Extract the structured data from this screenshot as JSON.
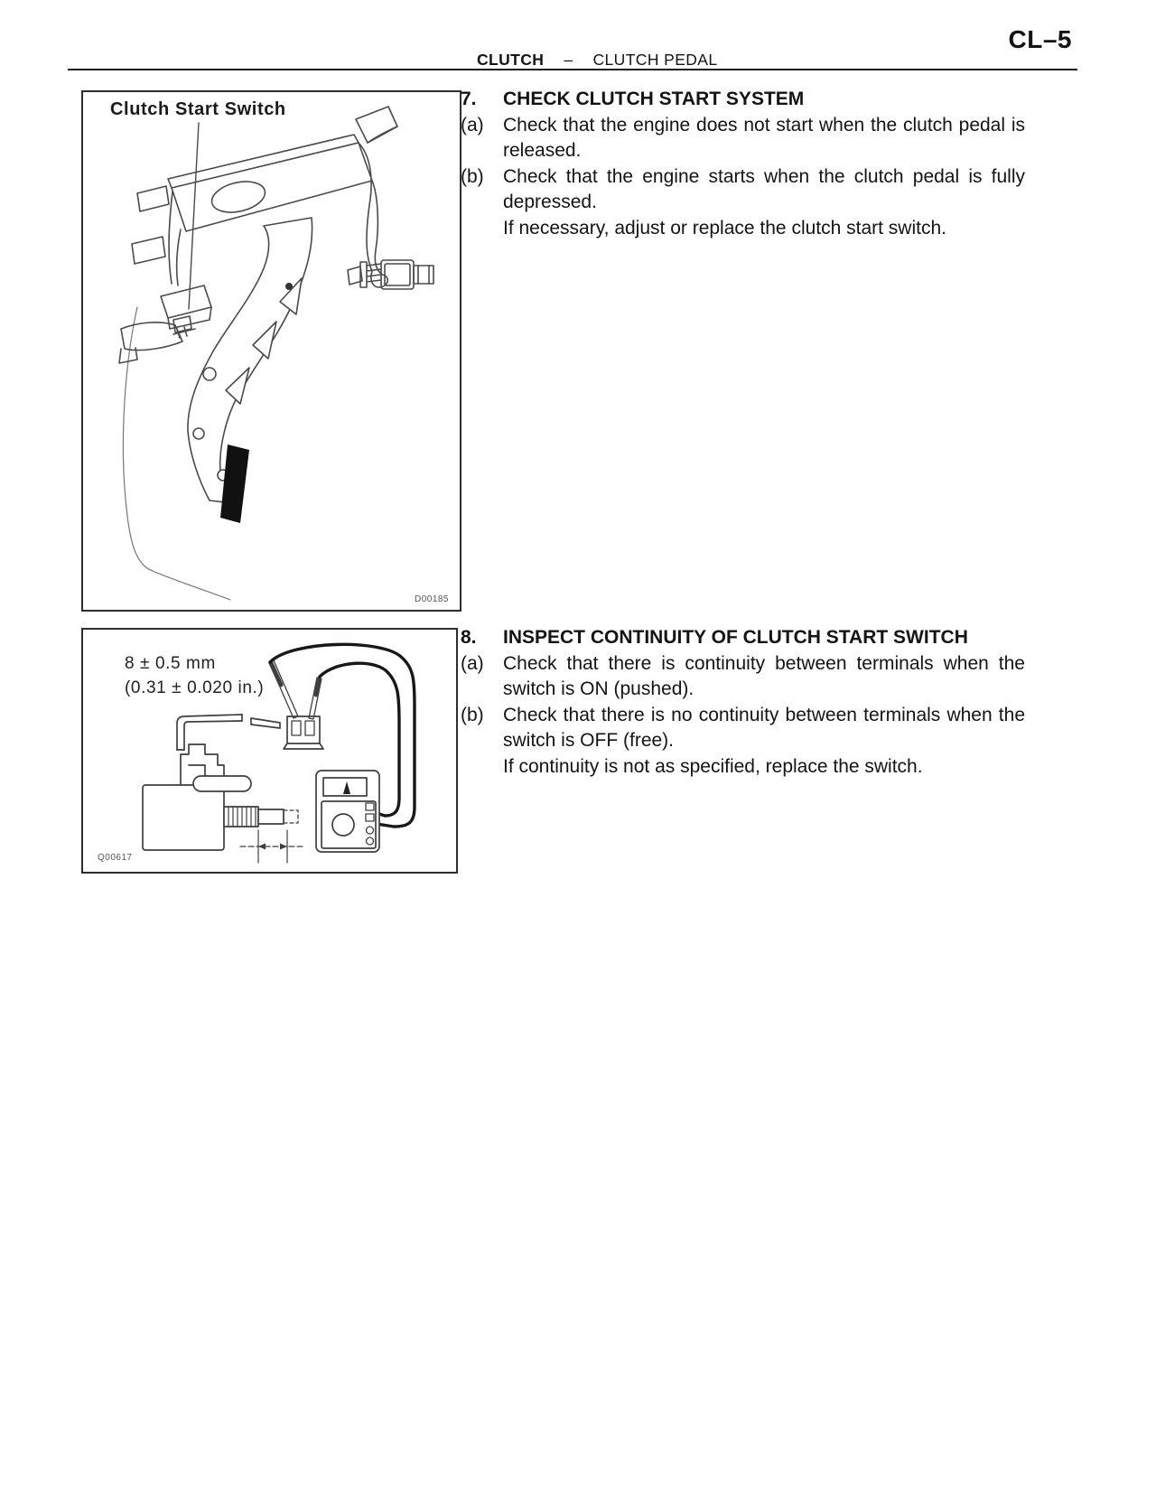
{
  "header": {
    "page_code": "CL–5",
    "section": "CLUTCH",
    "separator": "–",
    "subsection": "CLUTCH PEDAL"
  },
  "figures": [
    {
      "label": "Clutch Start Switch",
      "code": "D00185",
      "description": "line drawing of clutch pedal assembly with clutch start switch"
    },
    {
      "label_line1": "8 ± 0.5 mm",
      "label_line2": "(0.31 ± 0.020 in.)",
      "code": "Q00617",
      "description": "clutch start switch measured with ohmmeter probes on connector"
    }
  ],
  "steps": [
    {
      "number": "7.",
      "title": "CHECK CLUTCH START SYSTEM",
      "items": [
        {
          "marker": "(a)",
          "text": "Check that the engine does not start when the clutch pedal is released."
        },
        {
          "marker": "(b)",
          "text": "Check that the engine starts when the clutch pedal is fully depressed.",
          "note": "If necessary, adjust or replace the clutch start switch."
        }
      ]
    },
    {
      "number": "8.",
      "title": "INSPECT CONTINUITY OF CLUTCH START SWITCH",
      "items": [
        {
          "marker": "(a)",
          "text": "Check that there is continuity between terminals when the switch is ON (pushed)."
        },
        {
          "marker": "(b)",
          "text": "Check that there is no continuity between terminals when the switch is OFF (free).",
          "note": "If continuity is not as specified, replace the switch."
        }
      ]
    }
  ]
}
